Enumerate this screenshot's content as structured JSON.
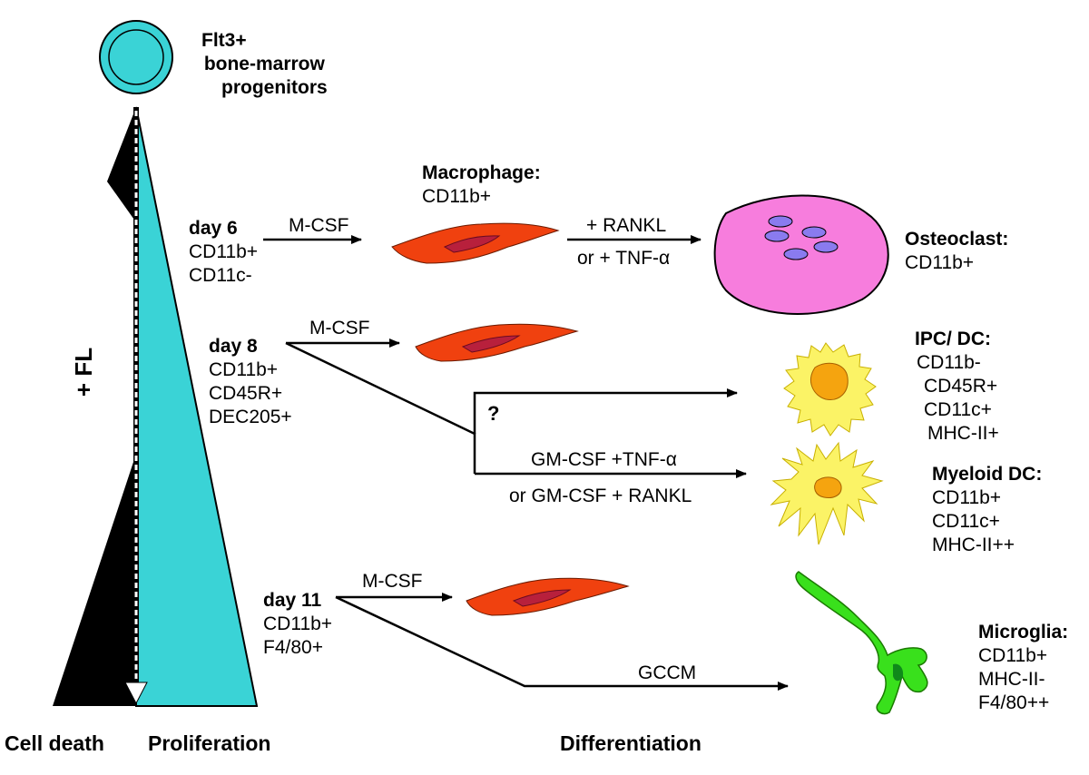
{
  "progenitor": {
    "lines": [
      "Flt3+",
      "bone-marrow",
      "progenitors"
    ]
  },
  "factor": "+ FL",
  "day6": {
    "title": "day 6",
    "markers": [
      "CD11b+",
      "CD11c-"
    ],
    "arrow1": "M-CSF",
    "arrow2_top": "+ RANKL",
    "arrow2_bottom": "or + TNF-α"
  },
  "macrophage": {
    "title": "Macrophage:",
    "marker": "CD11b+"
  },
  "osteoclast": {
    "title": "Osteoclast:",
    "marker": "CD11b+"
  },
  "day8": {
    "title": "day 8",
    "markers": [
      "CD11b+",
      "CD45R+",
      "DEC205+"
    ],
    "arrow_mcsf": "M-CSF",
    "question": "?",
    "arrow_gm_top": "GM-CSF +TNF-α",
    "arrow_gm_bottom": "or GM-CSF + RANKL"
  },
  "ipc_dc": {
    "title": "IPC/ DC:",
    "markers": [
      "CD11b-",
      "CD45R+",
      "CD11c+",
      "MHC-II+"
    ]
  },
  "myeloid_dc": {
    "title": "Myeloid DC:",
    "markers": [
      "CD11b+",
      "CD11c+",
      "MHC-II++"
    ]
  },
  "day11": {
    "title": "day 11",
    "markers": [
      "CD11b+",
      "F4/80+"
    ],
    "arrow_mcsf": "M-CSF",
    "arrow_gccm": "GCCM"
  },
  "microglia": {
    "title": "Microglia:",
    "markers": [
      "CD11b+",
      "MHC-II-",
      "F4/80++"
    ]
  },
  "bottom_labels": {
    "cell_death": "Cell death",
    "proliferation": "Proliferation",
    "differentiation": "Differentiation"
  },
  "colors": {
    "cyan": "#3ad3d6",
    "macrophage": "#f0410f",
    "macrophage_nucleus": "#b8203c",
    "osteoclast": "#f77ddd",
    "osteoclast_nuclei": "#8a7bef",
    "dc_body": "#fbf366",
    "dc_nucleus": "#f5a40f",
    "microglia": "#39e01c",
    "microglia_nucleus": "#0f8a1a"
  }
}
